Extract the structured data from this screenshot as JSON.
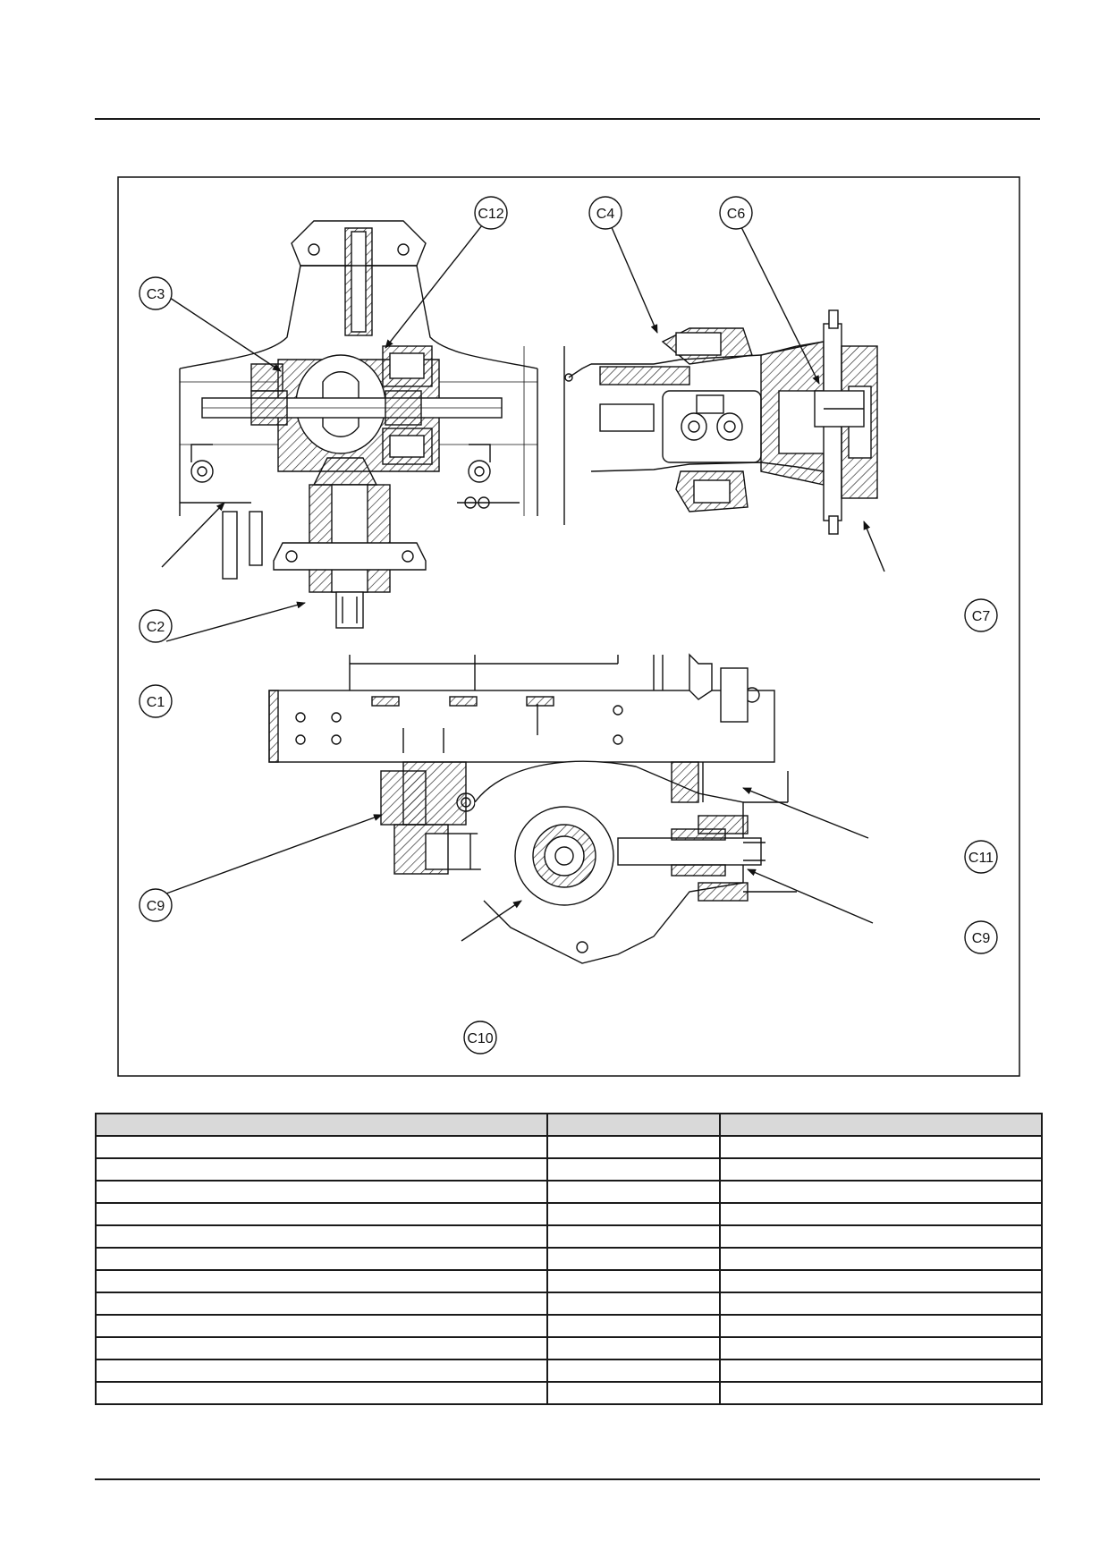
{
  "figure": {
    "callouts": [
      "C12",
      "C4",
      "C6",
      "C3",
      "C2",
      "C1",
      "C7",
      "C11",
      "C9",
      "C9",
      "C10"
    ]
  },
  "table": {
    "headers": [
      "",
      "",
      ""
    ],
    "rows": [
      [
        "",
        "",
        ""
      ],
      [
        "",
        "",
        ""
      ],
      [
        "",
        "",
        ""
      ],
      [
        "",
        "",
        ""
      ],
      [
        "",
        "",
        ""
      ],
      [
        "",
        "",
        ""
      ],
      [
        "",
        "",
        ""
      ],
      [
        "",
        "",
        ""
      ],
      [
        "",
        "",
        ""
      ],
      [
        "",
        "",
        ""
      ],
      [
        "",
        "",
        ""
      ],
      [
        "",
        "",
        ""
      ]
    ]
  }
}
